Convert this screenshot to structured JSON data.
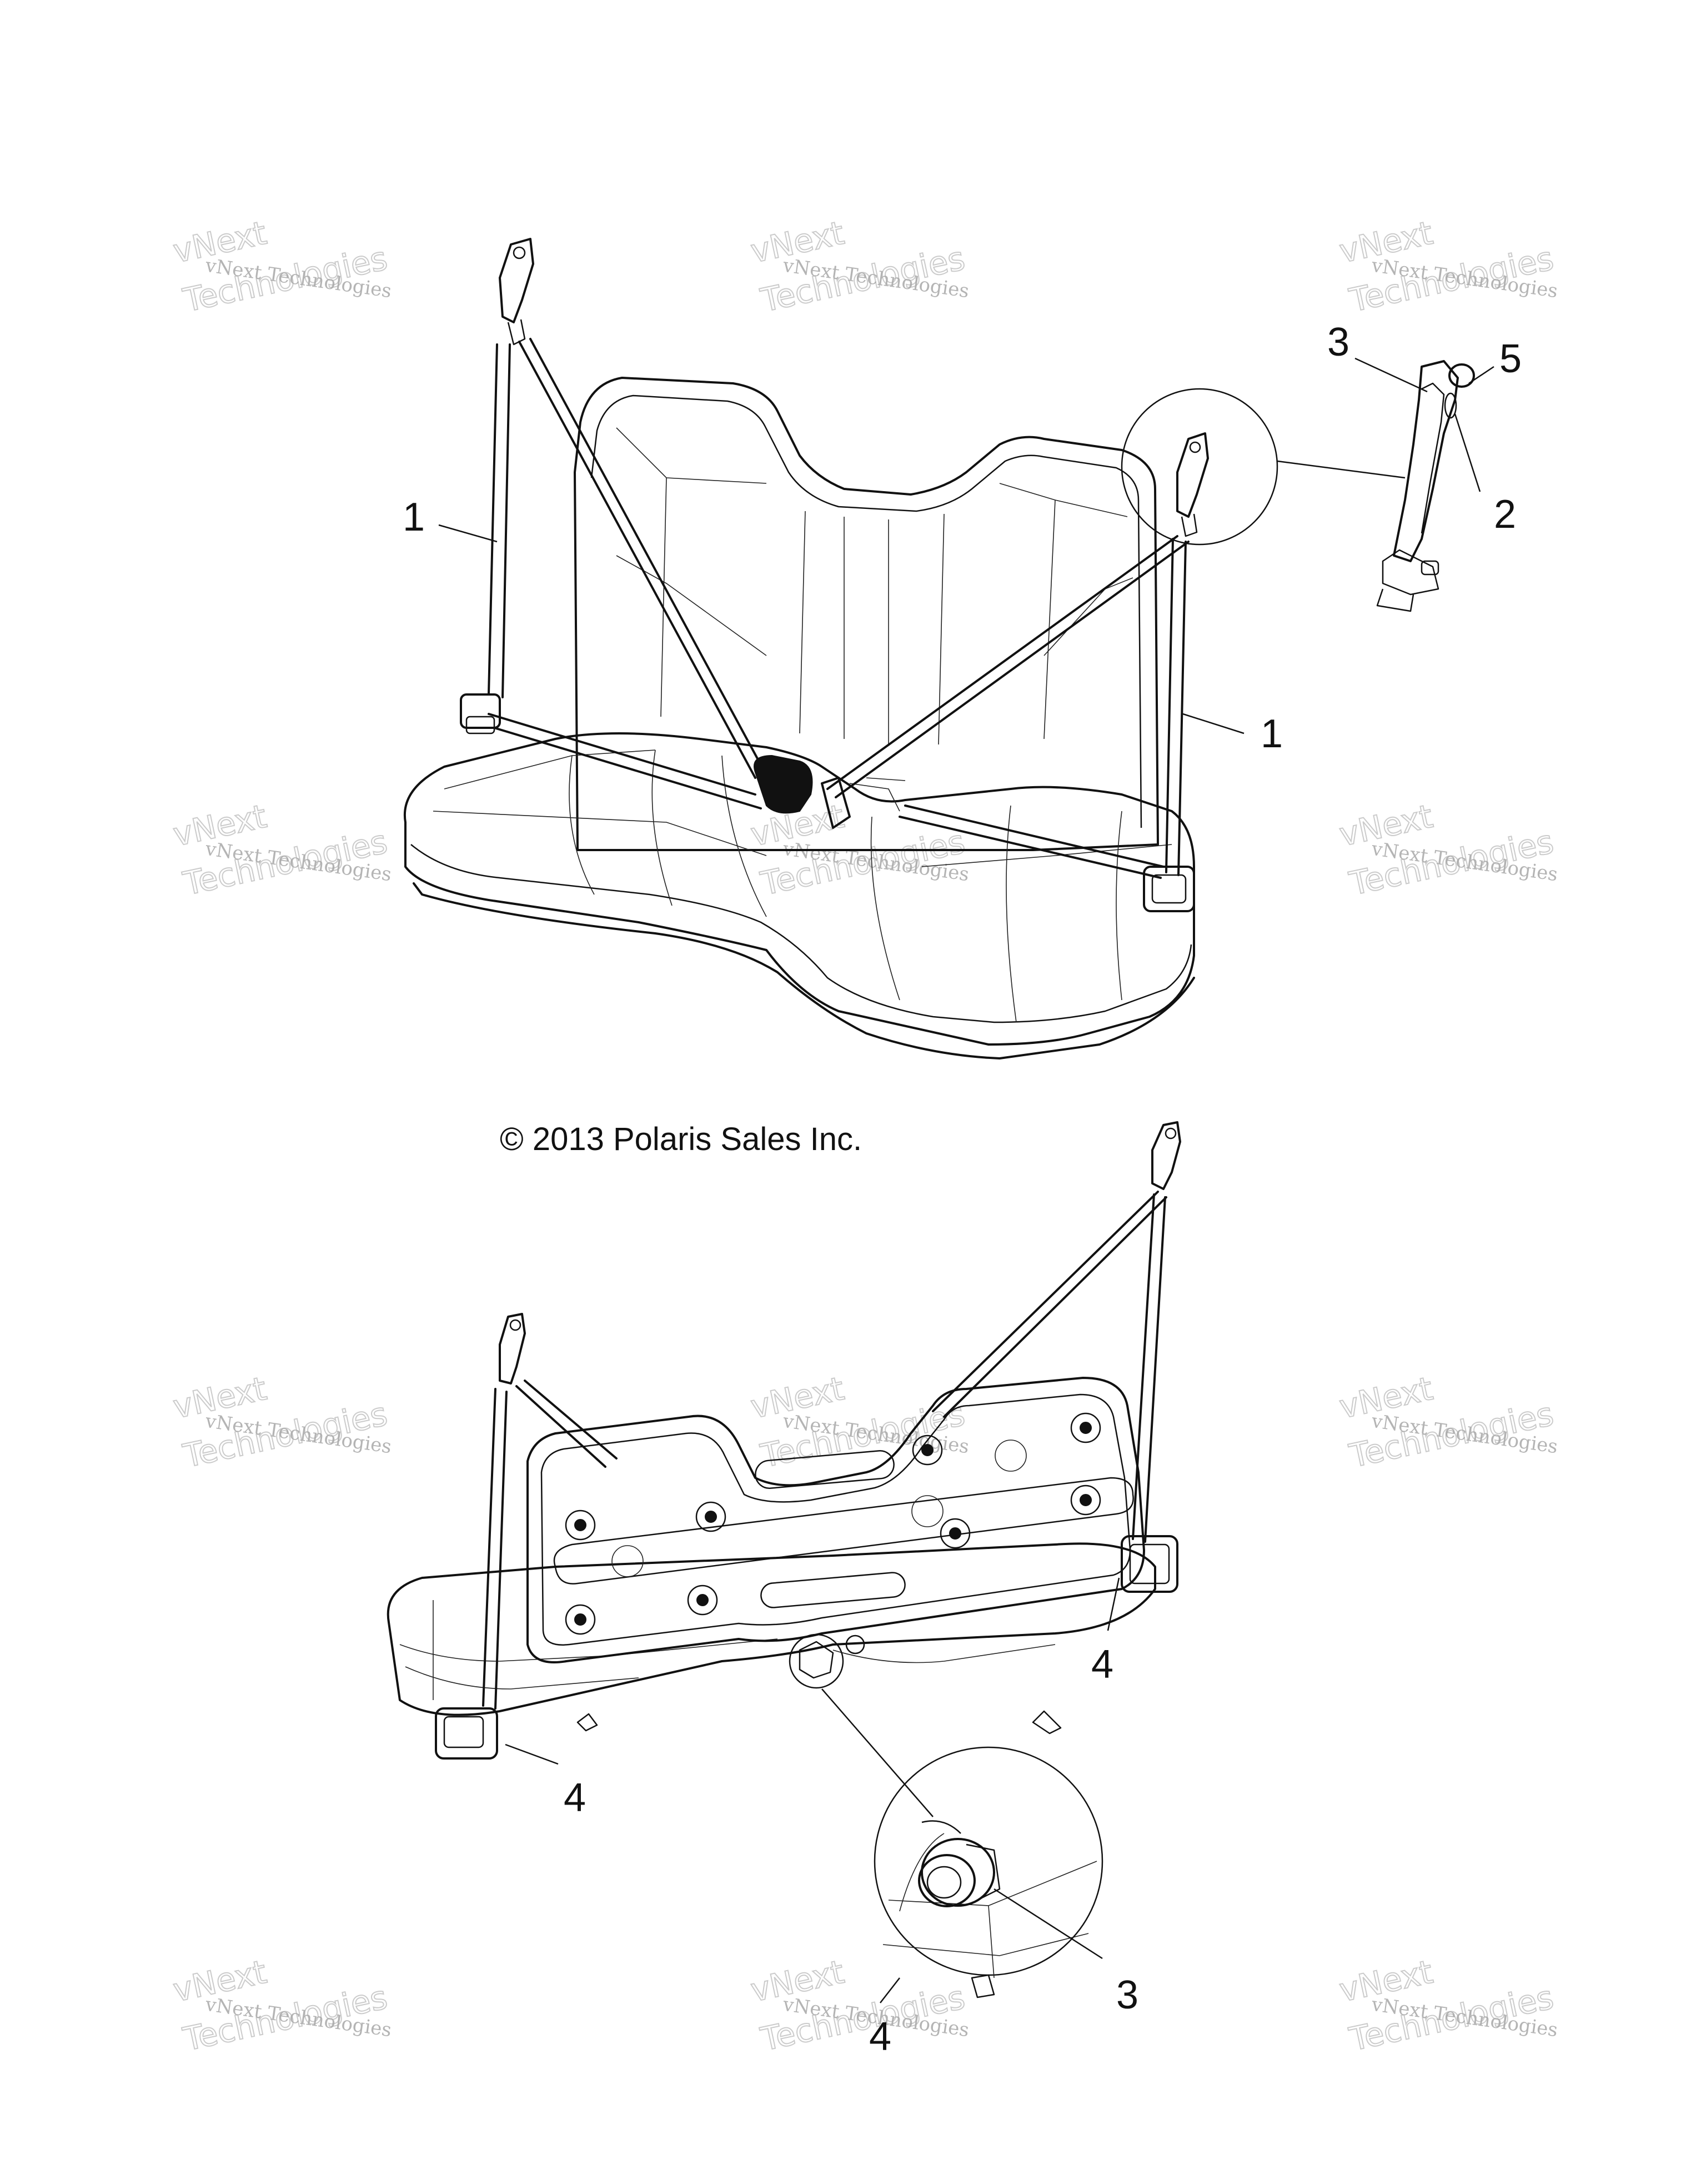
{
  "copyright": "© 2013 Polaris Sales Inc.",
  "watermark": {
    "line1": "vNext Technologies",
    "line2": "Technologies",
    "line3": "vNext"
  },
  "callouts": {
    "top_belt_left": "1",
    "top_belt_right": "1",
    "detail_top_3": "3",
    "detail_top_5": "5",
    "detail_top_2": "2",
    "bottom_left_4": "4",
    "bottom_right_4": "4",
    "detail_bottom_3": "3",
    "detail_bottom_4": "4"
  }
}
